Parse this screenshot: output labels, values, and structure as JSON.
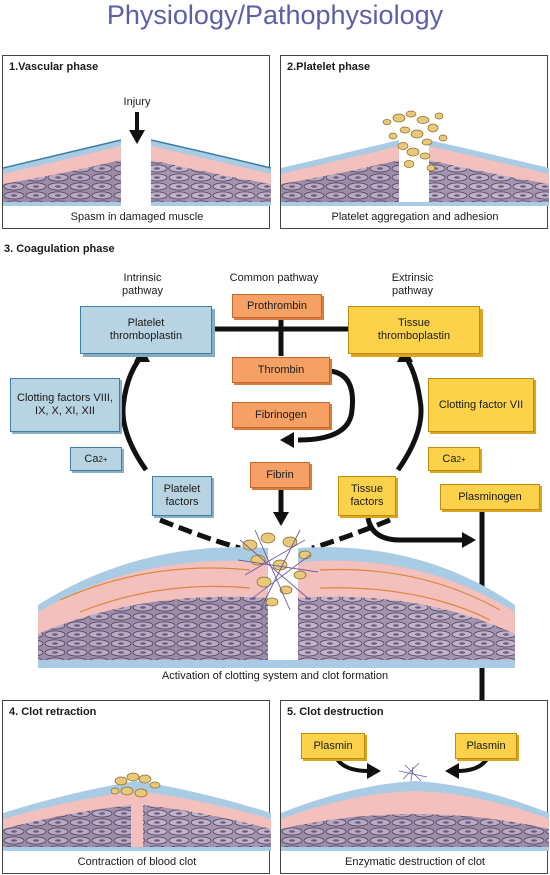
{
  "title": "Physiology/Pathophysiology",
  "phase1": {
    "title": "1.Vascular phase",
    "injury_label": "Injury",
    "caption": "Spasm in damaged muscle"
  },
  "phase2": {
    "title": "2.Platelet phase",
    "caption": "Platelet aggregation and adhesion"
  },
  "phase3": {
    "title": "3. Coagulation  phase",
    "intrinsic_label": "Intrinsic pathway",
    "common_label": "Common pathway",
    "extrinsic_label": "Extrinsic pathway",
    "platelet_thromboplastin": "Platelet thromboplastin",
    "prothrombin": "Prothrombin",
    "tissue_thromboplastin": "Tissue thromboplastin",
    "thrombin": "Thrombin",
    "clotting_factors": "Clotting factors VIII, IX, X, XI, XII",
    "clotting_factor_vii": "Clotting factor VII",
    "fibrinogen": "Fibrinogen",
    "ca_left": "Ca",
    "ca_right": "Ca",
    "ca_superscript": "2+",
    "fibrin": "Fibrin",
    "platelet_factors": "Platelet factors",
    "tissue_factors": "Tissue factors",
    "plasminogen": "Plasminogen",
    "caption": "Activation of clotting system and clot formation"
  },
  "phase4": {
    "title": "4. Clot retraction",
    "caption": "Contraction of blood clot"
  },
  "phase5": {
    "title": "5. Clot destruction",
    "plasmin_left": "Plasmin",
    "plasmin_right": "Plasmin",
    "caption": "Enzymatic destruction of clot"
  },
  "colors": {
    "title": "#5b5fa8",
    "blue_box": "#b8d3e2",
    "yellow_box": "#fbd24a",
    "orange_box": "#f5a064",
    "endothelium": "#9dc3de",
    "intima": "#f2b8b6",
    "muscle": "#9b8aa8",
    "platelet": "#e8c87a"
  }
}
